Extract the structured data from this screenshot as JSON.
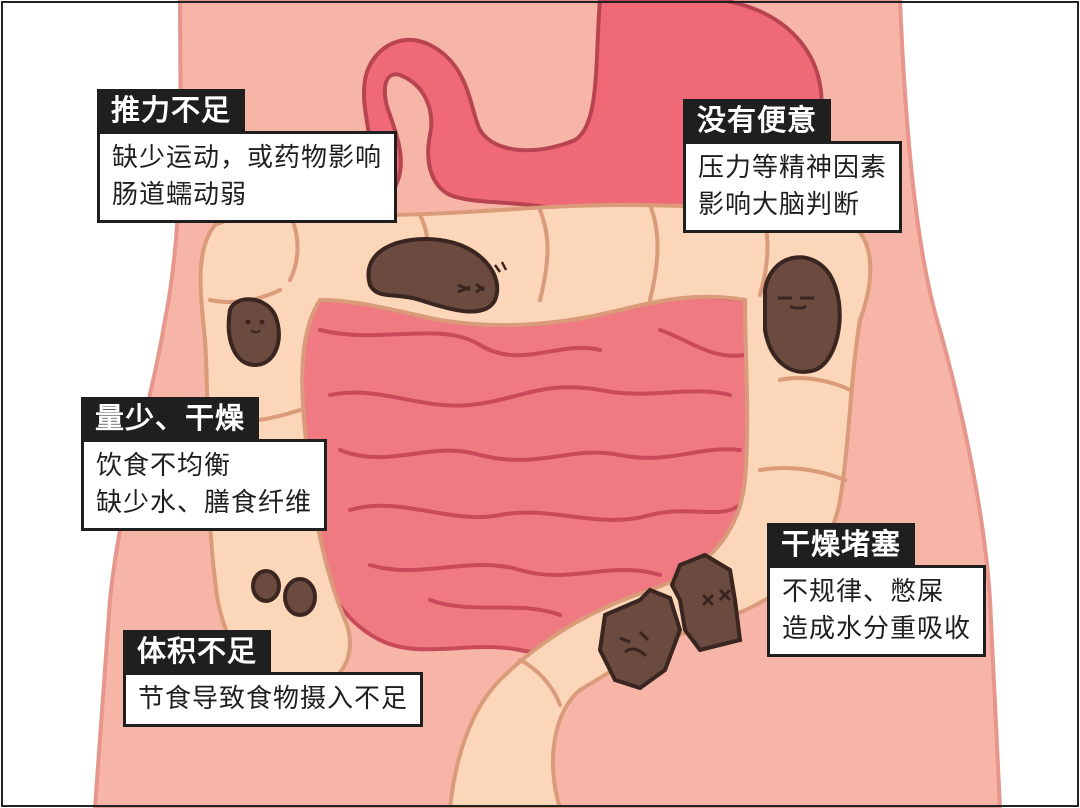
{
  "colors": {
    "skin": "#f7b5a8",
    "skin_outline": "#e6968a",
    "stomach": "#ef6a76",
    "stomach_outline": "#b84452",
    "small_intestine": "#f07a82",
    "small_intestine_folds": "#c94a5a",
    "colon": "#fbd6b8",
    "colon_outline": "#d99b7a",
    "stool": "#6b4a40",
    "stool_outline": "#3a2520",
    "label_bg": "#1f1f1f",
    "label_text": "#ffffff"
  },
  "callouts": [
    {
      "id": "weak-push",
      "title": "推力不足",
      "lines": [
        "缺少运动，或药物影响",
        "肠道蠕动弱"
      ]
    },
    {
      "id": "no-urge",
      "title": "没有便意",
      "lines": [
        "压力等精神因素",
        "影响大脑判断"
      ]
    },
    {
      "id": "small-dry",
      "title": "量少、干燥",
      "lines": [
        "饮食不均衡",
        "缺少水、膳食纤维"
      ]
    },
    {
      "id": "dry-blocked",
      "title": "干燥堵塞",
      "lines": [
        "不规律、憋屎",
        "造成水分重吸收"
      ]
    },
    {
      "id": "low-volume",
      "title": "体积不足",
      "lines": [
        "节食导致食物摄入不足"
      ]
    }
  ]
}
